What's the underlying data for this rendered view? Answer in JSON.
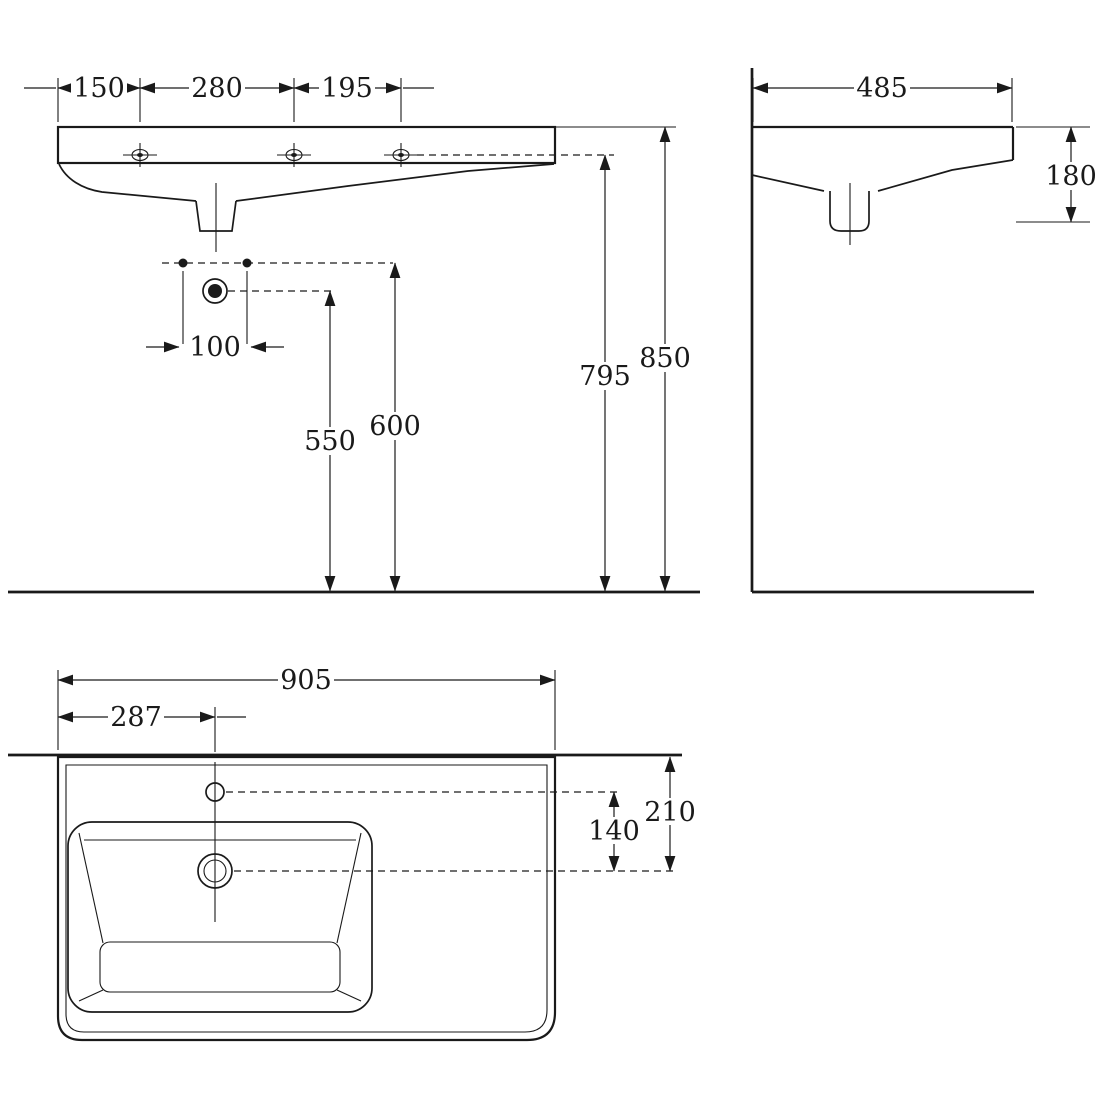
{
  "drawing": {
    "background": "#ffffff",
    "line_color": "#1a1a1a",
    "views": {
      "front": {
        "dims": {
          "d150": "150",
          "d280": "280",
          "d195": "195",
          "d100": "100",
          "d550": "550",
          "d600": "600",
          "d795": "795",
          "d850": "850"
        }
      },
      "side": {
        "dims": {
          "d485": "485",
          "d180": "180"
        }
      },
      "plan": {
        "dims": {
          "d905": "905",
          "d287": "287",
          "d140": "140",
          "d210": "210"
        }
      }
    }
  }
}
